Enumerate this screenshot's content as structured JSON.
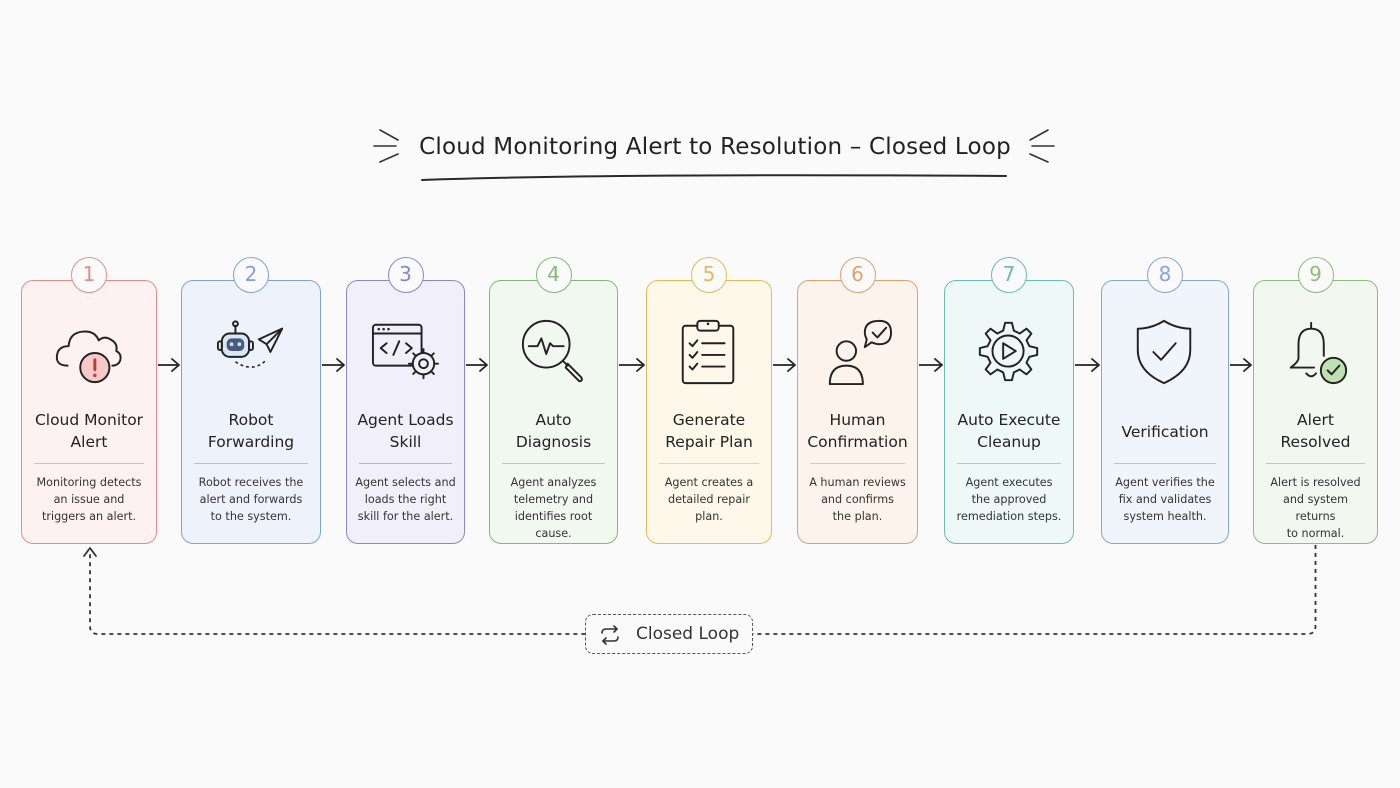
{
  "title": "Cloud Monitoring Alert to Resolution – Closed Loop",
  "loop_label": "Closed Loop",
  "steps": [
    {
      "number": "1",
      "title": "Cloud Monitor\nAlert",
      "desc": "Monitoring detects\nan issue and\ntriggers an alert.",
      "icon": "cloud-alert-icon",
      "color": "#e48c8c",
      "bg": "#fdf1f1"
    },
    {
      "number": "2",
      "title": "Robot\nForwarding",
      "desc": "Robot receives the\nalert and forwards\nto the system.",
      "icon": "robot-forward-icon",
      "color": "#7fa2d6",
      "bg": "#eef3fb"
    },
    {
      "number": "3",
      "title": "Agent Loads\nSkill",
      "desc": "Agent selects and\nloads the right\nskill for the alert.",
      "icon": "code-gear-icon",
      "color": "#8c86c8",
      "bg": "#f1f0fa"
    },
    {
      "number": "4",
      "title": "Auto\nDiagnosis",
      "desc": "Agent analyzes\ntelemetry and\nidentifies root cause.",
      "icon": "magnifier-pulse-icon",
      "color": "#82b878",
      "bg": "#f1f8ef"
    },
    {
      "number": "5",
      "title": "Generate\nRepair Plan",
      "desc": "Agent creates a\ndetailed repair\nplan.",
      "icon": "clipboard-checklist-icon",
      "color": "#e2bc5a",
      "bg": "#fdf8ea"
    },
    {
      "number": "6",
      "title": "Human\nConfirmation",
      "desc": "A human reviews\nand confirms\nthe plan.",
      "icon": "person-check-icon",
      "color": "#e0a070",
      "bg": "#fcf3ec"
    },
    {
      "number": "7",
      "title": "Auto Execute\nCleanup",
      "desc": "Agent executes\nthe approved\nremediation steps.",
      "icon": "gear-play-icon",
      "color": "#6bbcb6",
      "bg": "#eef8f7"
    },
    {
      "number": "8",
      "title": "Verification",
      "desc": "Agent verifies the\nfix and validates\nsystem health.",
      "icon": "shield-check-icon",
      "color": "#84a6d8",
      "bg": "#f0f4fb"
    },
    {
      "number": "9",
      "title": "Alert\nResolved",
      "desc": "Alert is resolved\nand system returns\nto normal.",
      "icon": "bell-check-icon",
      "color": "#8bbd7c",
      "bg": "#f2f8ef"
    }
  ]
}
